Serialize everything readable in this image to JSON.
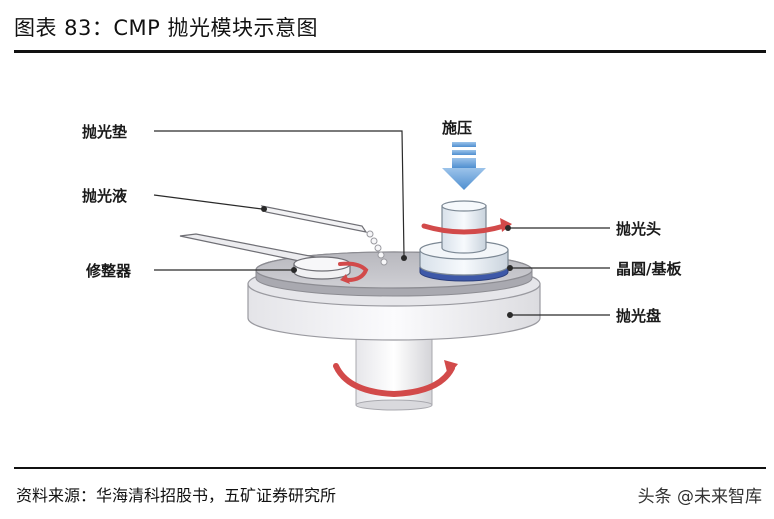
{
  "header": {
    "title": "图表 83：CMP 抛光模块示意图"
  },
  "diagram": {
    "labels": {
      "polish_pad": "抛光垫",
      "slurry": "抛光液",
      "conditioner": "修整器",
      "pressure": "施压",
      "polish_head": "抛光头",
      "wafer": "晶圆/基板",
      "platen": "抛光盘"
    },
    "colors": {
      "accent_red": "#d24a4a",
      "arrow_blue": "#5b9bd5",
      "wafer_blue": "#3d58a8",
      "platen_gray": "#e9e9eb",
      "pad_gray": "#bfbfc4"
    }
  },
  "footer": {
    "source": "资料来源：华海清科招股书，五矿证券研究所",
    "watermark": "头条 @未来智库"
  }
}
